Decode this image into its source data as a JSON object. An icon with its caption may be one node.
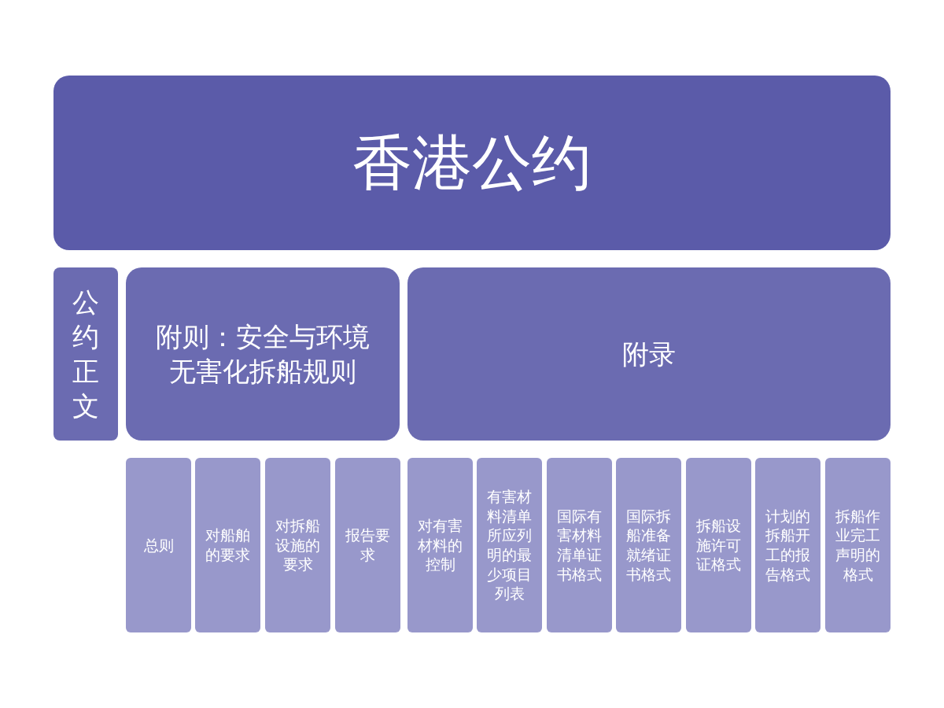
{
  "diagram": {
    "nodes": [
      {
        "text": [
          "香港公约"
        ]
      },
      {
        "text": [
          "公约正文"
        ]
      },
      {
        "text": [
          "附则：安全与环境无害化拆船规则"
        ]
      },
      {
        "text": [
          "附录"
        ]
      },
      {
        "text": [
          "总则"
        ]
      },
      {
        "text": [
          "对船舶的要求"
        ]
      },
      {
        "text": [
          "对拆船设施的要求"
        ]
      },
      {
        "text": [
          "报告要求"
        ]
      },
      {
        "text": [
          "对有害材料的控制"
        ]
      },
      {
        "text": [
          "有害材料清单所应列明的最少项目列表"
        ]
      },
      {
        "text": [
          "国际有害材料清单证书格式"
        ]
      },
      {
        "text": [
          "国际拆船准备就绪证书格式"
        ]
      },
      {
        "text": [
          "拆船设施许可证格式"
        ]
      },
      {
        "text": [
          "计划的拆船开工的报告格式"
        ]
      },
      {
        "text": [
          "拆船作业完工声明的格式"
        ]
      }
    ]
  }
}
